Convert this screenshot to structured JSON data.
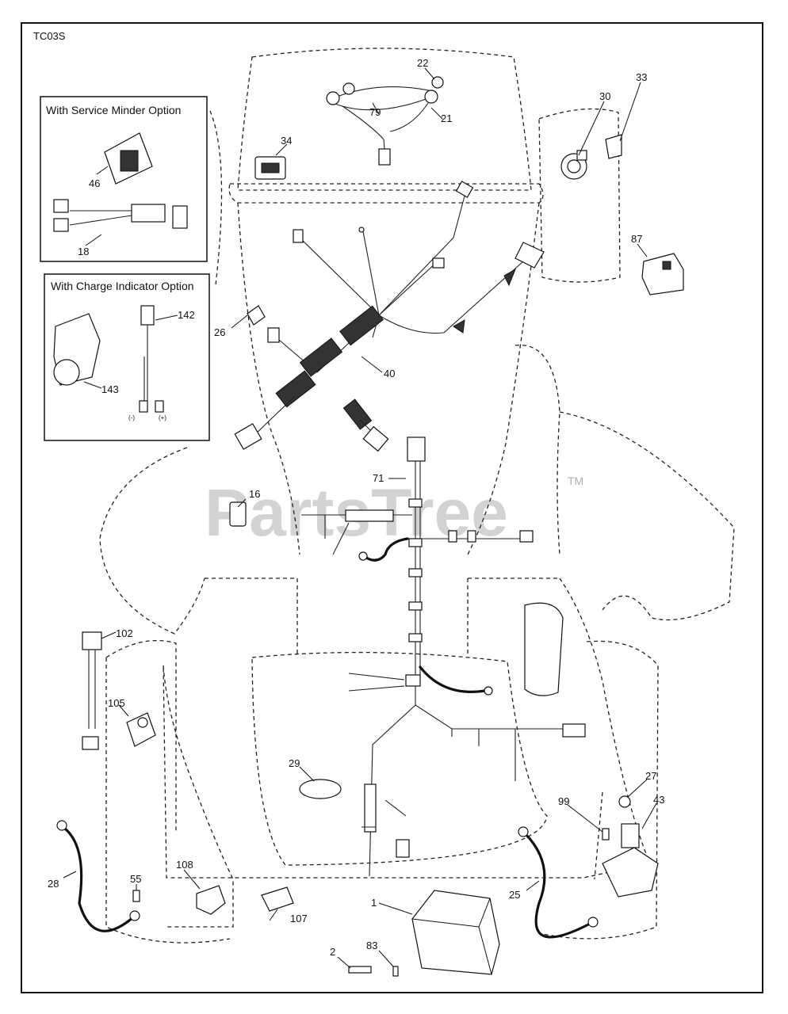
{
  "diagram_code": "TC03S",
  "watermark": {
    "text": "PartsTree",
    "tm": "TM"
  },
  "insets": [
    {
      "title": "With Service Minder Option",
      "parts": [
        "46",
        "18"
      ]
    },
    {
      "title": "With Charge Indicator Option",
      "parts": [
        "142",
        "143"
      ]
    }
  ],
  "inset_terminal_marks": {
    "left": "(-)",
    "right": "(+)"
  },
  "part_numbers": [
    "22",
    "79",
    "21",
    "34",
    "30",
    "33",
    "87",
    "26",
    "40",
    "16",
    "71",
    "102",
    "105",
    "29",
    "27",
    "43",
    "99",
    "28",
    "55",
    "108",
    "107",
    "1",
    "25",
    "2",
    "83"
  ]
}
